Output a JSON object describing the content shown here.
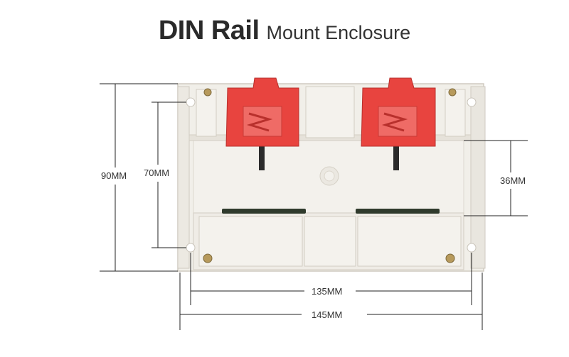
{
  "title": {
    "main": "DIN Rail",
    "sub": "Mount Enclosure"
  },
  "dimensions": {
    "height_outer": "90MM",
    "height_inner": "70MM",
    "clip_gap": "36MM",
    "width_inner": "135MM",
    "width_outer": "145MM"
  },
  "colors": {
    "housing": "#f1efe9",
    "housing_edge": "#cfcac0",
    "clip": "#e8443f",
    "line": "#222222"
  }
}
